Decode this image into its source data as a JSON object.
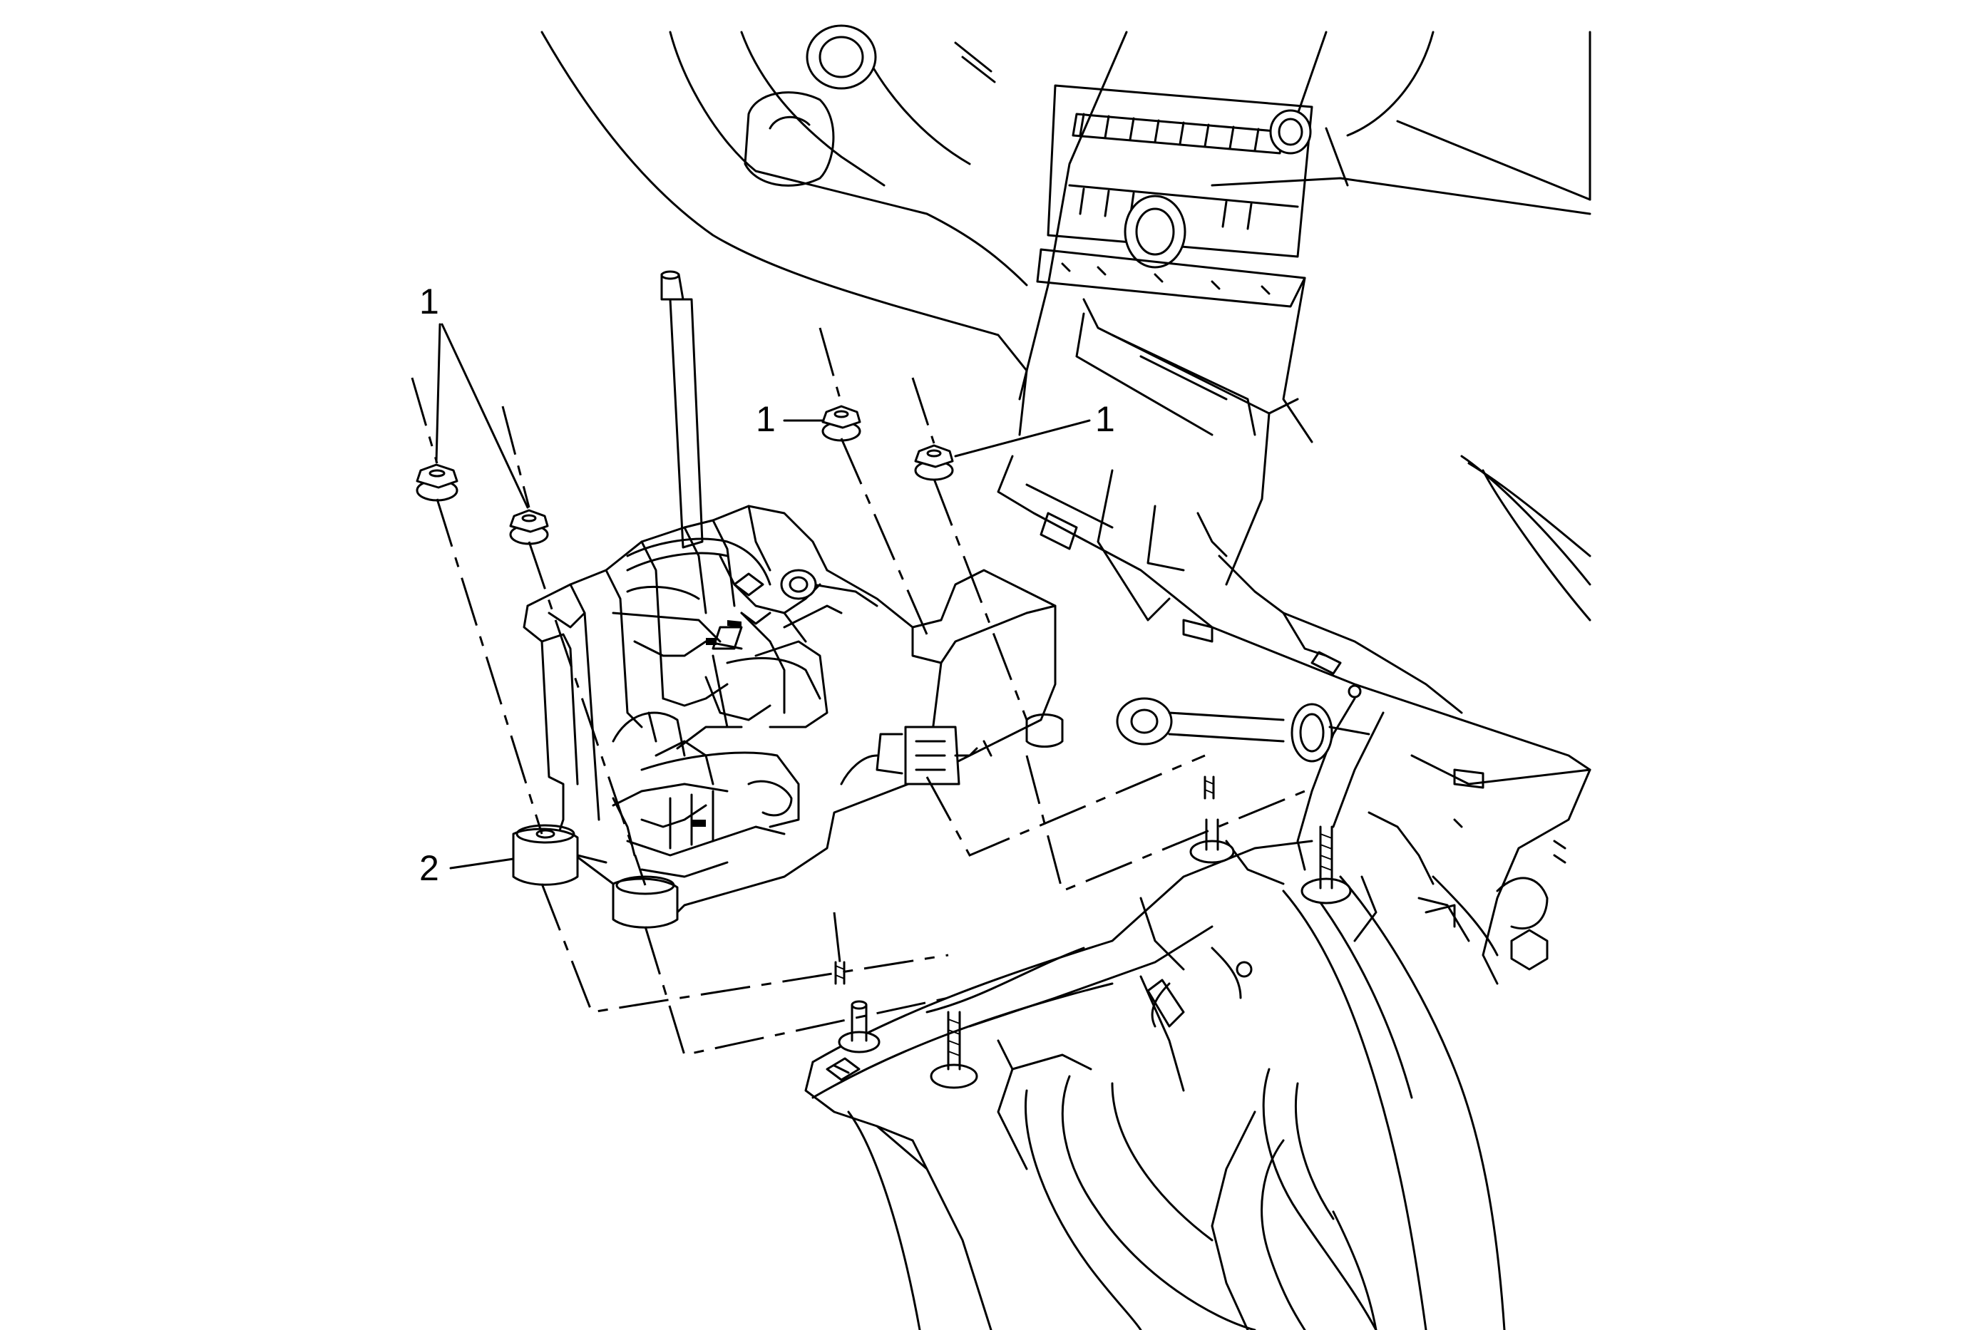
{
  "callouts": [
    {
      "id": "nut-left-outer",
      "label": "1"
    },
    {
      "id": "nut-center",
      "label": "1"
    },
    {
      "id": "nut-right",
      "label": "1"
    },
    {
      "id": "shifter-base",
      "label": "2"
    }
  ]
}
